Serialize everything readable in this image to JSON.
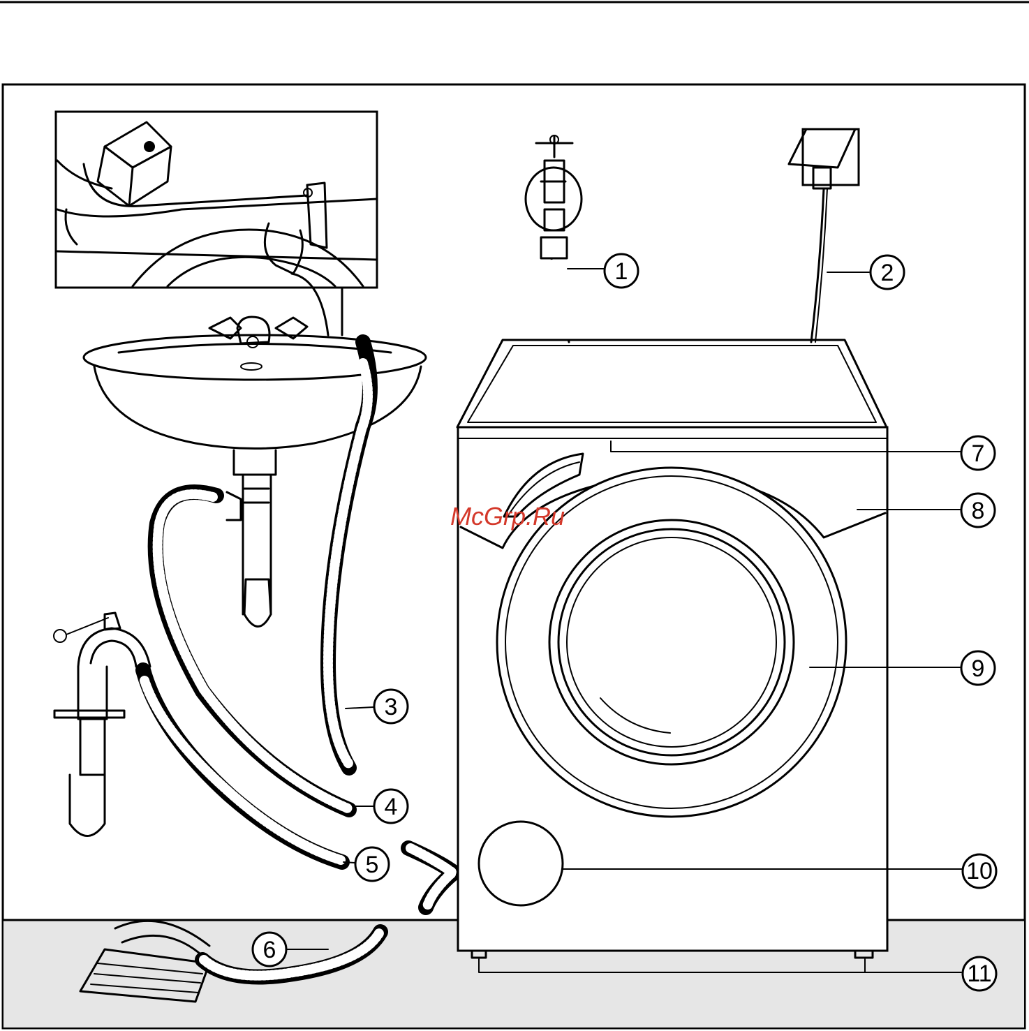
{
  "watermark": "McGrp.Ru",
  "colors": {
    "floor": "#e6e6e6",
    "watermark": "#d4382a",
    "line": "#000000"
  },
  "callouts": [
    {
      "id": "1",
      "text": "1"
    },
    {
      "id": "2",
      "text": "2"
    },
    {
      "id": "3",
      "text": "3"
    },
    {
      "id": "4",
      "text": "4"
    },
    {
      "id": "5",
      "text": "5"
    },
    {
      "id": "6",
      "text": "6"
    },
    {
      "id": "7",
      "text": "7"
    },
    {
      "id": "8",
      "text": "8"
    },
    {
      "id": "9",
      "text": "9"
    },
    {
      "id": "10",
      "text": "10"
    },
    {
      "id": "11",
      "text": "11"
    }
  ]
}
